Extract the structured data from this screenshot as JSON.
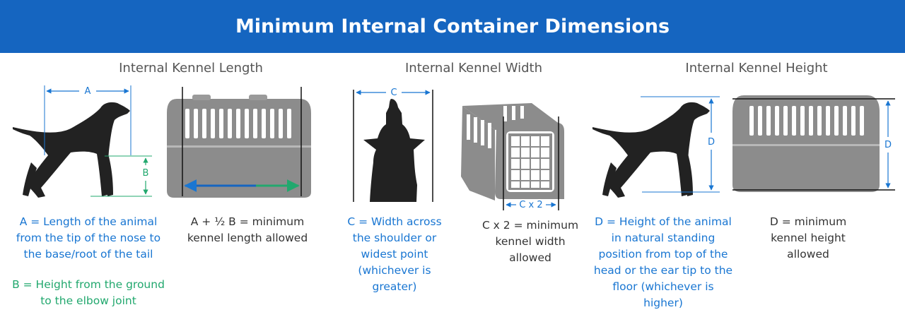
{
  "header": {
    "title": "Minimum Internal Container Dimensions"
  },
  "sections": {
    "length": {
      "title": "Internal Kennel Length",
      "label_a": "A",
      "label_b": "B",
      "dog_caption": "A = Length of the animal from the tip of the nose to the base/root of the tail",
      "b_caption": "B = Height from the ground to the elbow joint",
      "kennel_caption": "A + ½ B = minimum kennel length allowed"
    },
    "width": {
      "title": "Internal Kennel Width",
      "label_c": "C",
      "label_cx2": "C x 2",
      "dog_caption": "C = Width across the shoulder or widest point (whichever is greater)",
      "kennel_caption": "C x 2  = minimum kennel width allowed"
    },
    "height": {
      "title": "Internal Kennel Height",
      "label_d": "D",
      "label_d2": "D",
      "dog_caption": "D = Height of the animal in natural standing position from top of the head or the ear tip to the floor (whichever is higher)",
      "kennel_caption": "D = minimum kennel height allowed"
    }
  },
  "colors": {
    "header": "#1565c0",
    "blue_text": "#1976d2",
    "green_text": "#22a86e",
    "silhouette": "#222222",
    "kennel": "#8c8c8c"
  }
}
